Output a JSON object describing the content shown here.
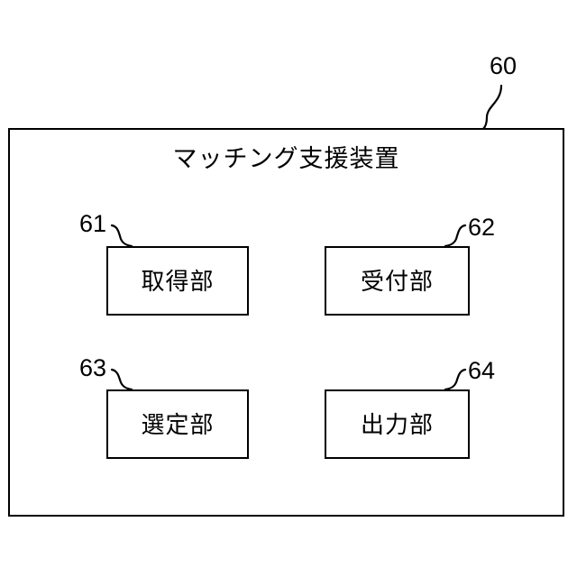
{
  "figure": {
    "type": "patent-block-diagram",
    "background_color": "#ffffff",
    "line_color": "#000000",
    "device": {
      "reference_numeral": "60",
      "title": "マッチング支援装置"
    },
    "units": [
      {
        "reference_numeral": "61",
        "label": "取得部",
        "position": "top-left"
      },
      {
        "reference_numeral": "62",
        "label": "受付部",
        "position": "top-right"
      },
      {
        "reference_numeral": "63",
        "label": "選定部",
        "position": "bottom-left"
      },
      {
        "reference_numeral": "64",
        "label": "出力部",
        "position": "bottom-right"
      }
    ]
  }
}
